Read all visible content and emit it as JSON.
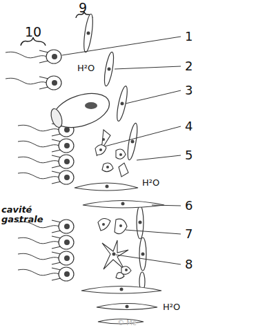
{
  "diagram": {
    "labels": [
      "10",
      "9",
      "1",
      "2",
      "3",
      "4",
      "5",
      "6",
      "7",
      "8",
      "H²O",
      "H²O",
      "H²O",
      "cavité gastrale",
      "© Me"
    ]
  }
}
